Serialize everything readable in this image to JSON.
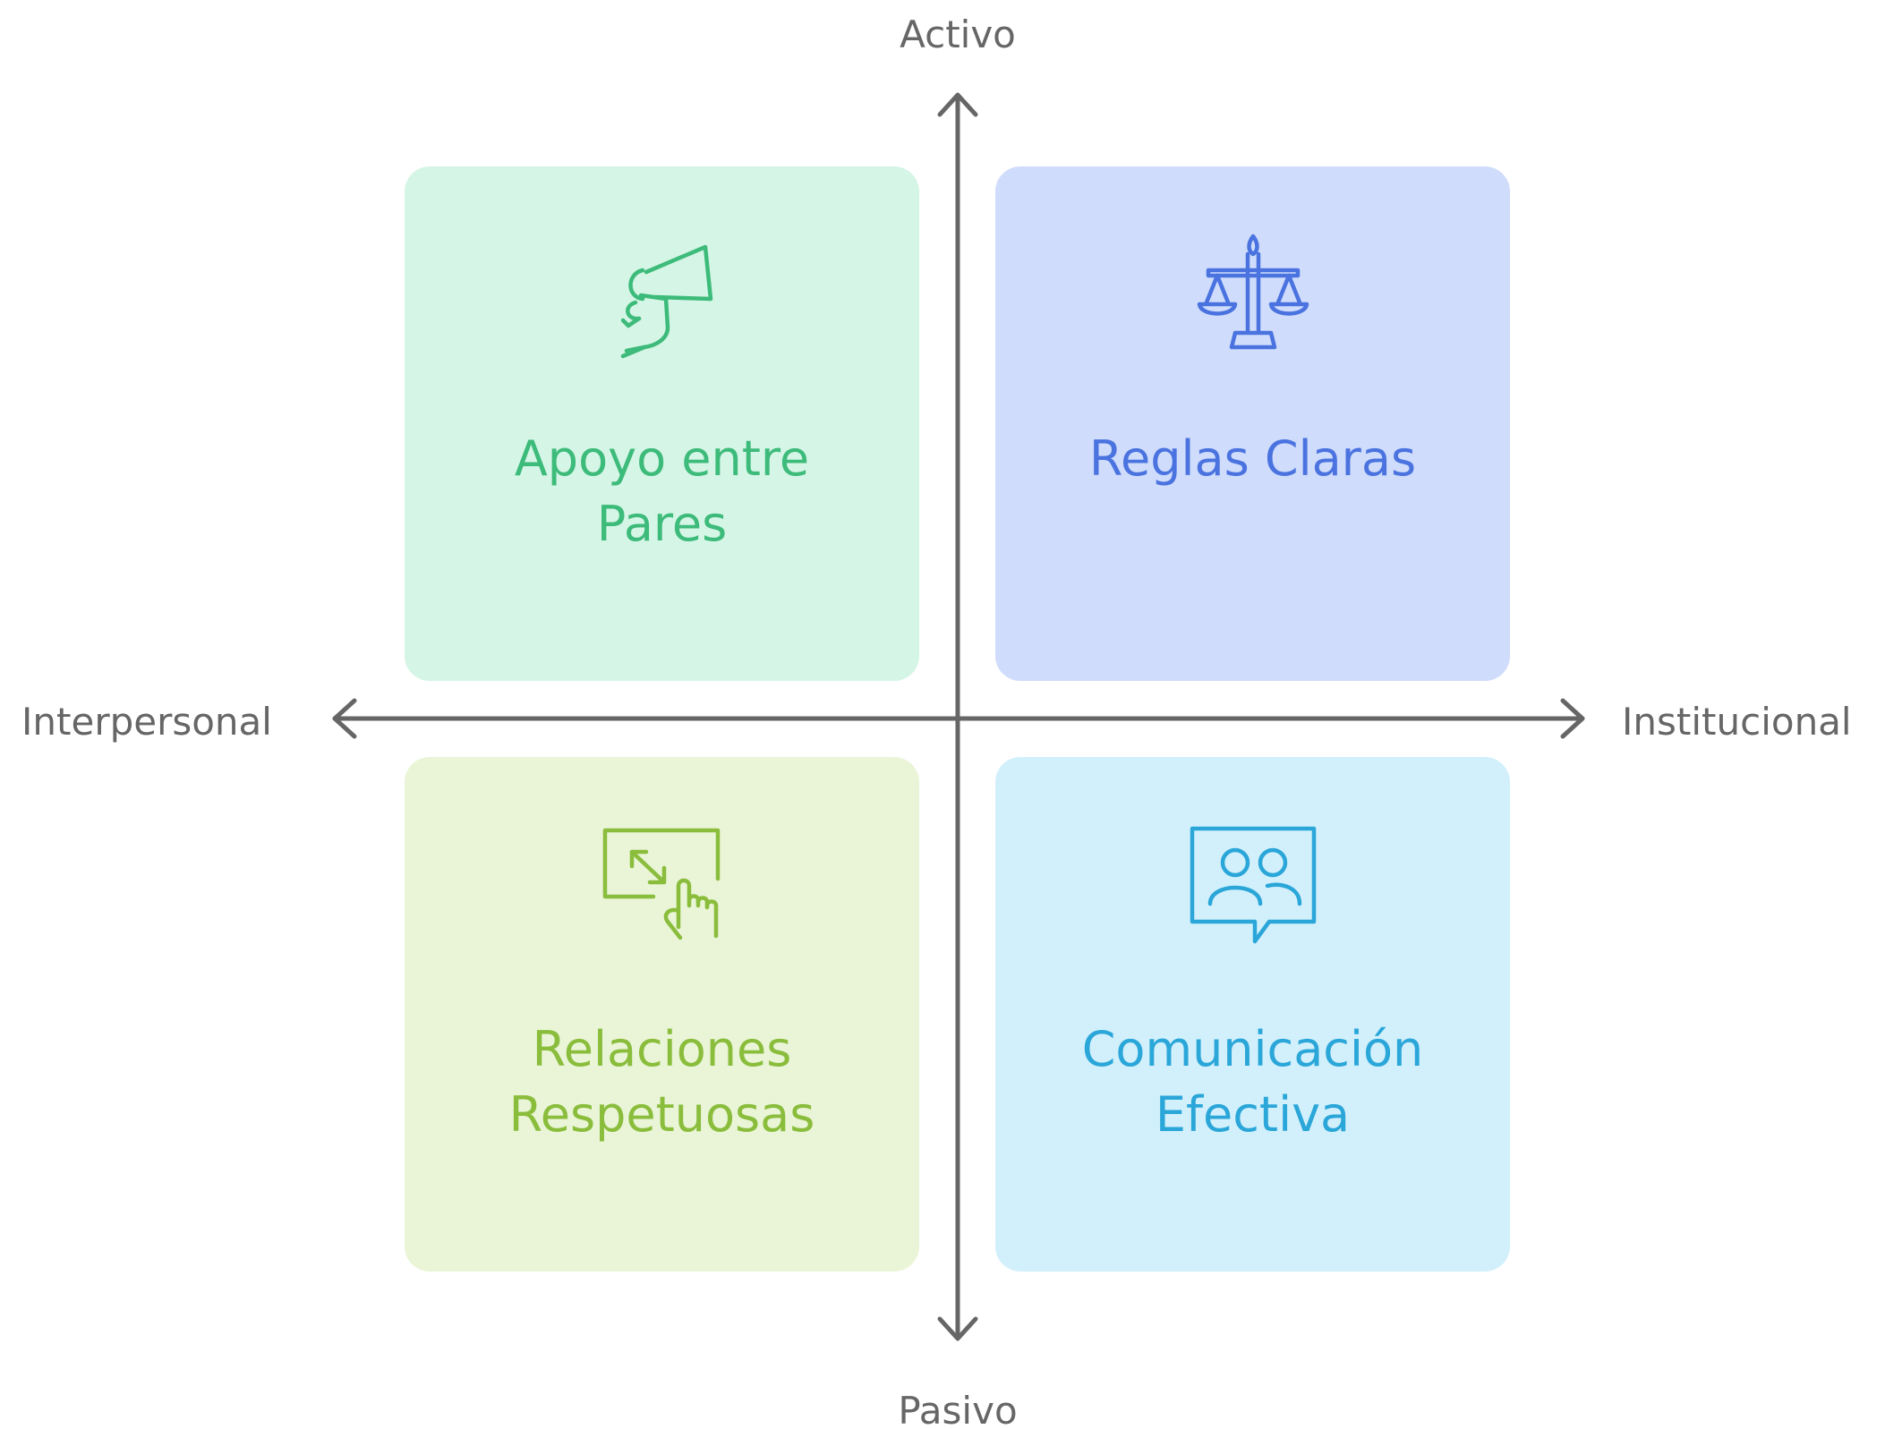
{
  "axes": {
    "top": "Activo",
    "bottom": "Pasivo",
    "left": "Interpersonal",
    "right": "Institucional",
    "color": "#666666"
  },
  "quadrants": [
    {
      "id": "top-left",
      "title_line1": "Apoyo entre",
      "title_line2": "Pares",
      "icon": "megaphone-icon",
      "background": "#d5f5e6",
      "accent": "#3dbb7a"
    },
    {
      "id": "top-right",
      "title_line1": "Reglas Claras",
      "title_line2": "",
      "icon": "scales-icon",
      "background": "#cfdcfb",
      "accent": "#4a73e0"
    },
    {
      "id": "bottom-left",
      "title_line1": "Relaciones",
      "title_line2": "Respetuosas",
      "icon": "touch-screen-icon",
      "background": "#e9f5d6",
      "accent": "#8abd3c"
    },
    {
      "id": "bottom-right",
      "title_line1": "Comunicación",
      "title_line2": "Efectiva",
      "icon": "chat-people-icon",
      "background": "#d2f0fb",
      "accent": "#2aa6d9"
    }
  ]
}
